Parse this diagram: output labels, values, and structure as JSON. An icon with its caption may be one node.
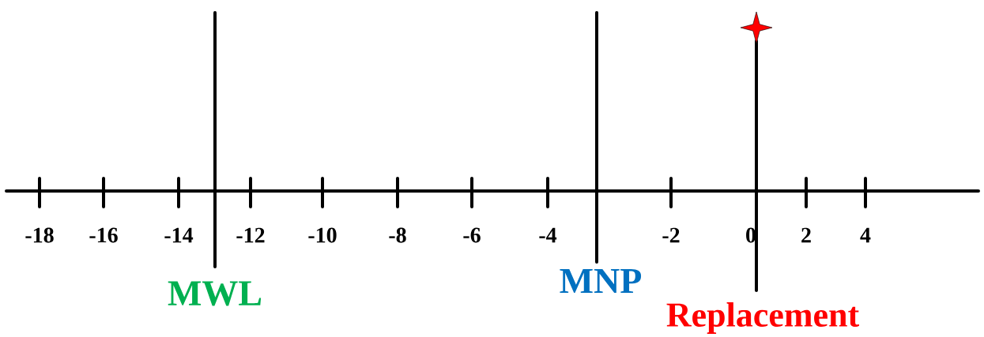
{
  "diagram": {
    "labels": [
      "-18",
      "-16",
      "-14",
      "-12",
      "-10",
      "-8",
      "-6",
      "-4",
      "-2",
      "0",
      "2",
      "4",
      "MWL",
      "MNP",
      "Replacement"
    ]
  }
}
